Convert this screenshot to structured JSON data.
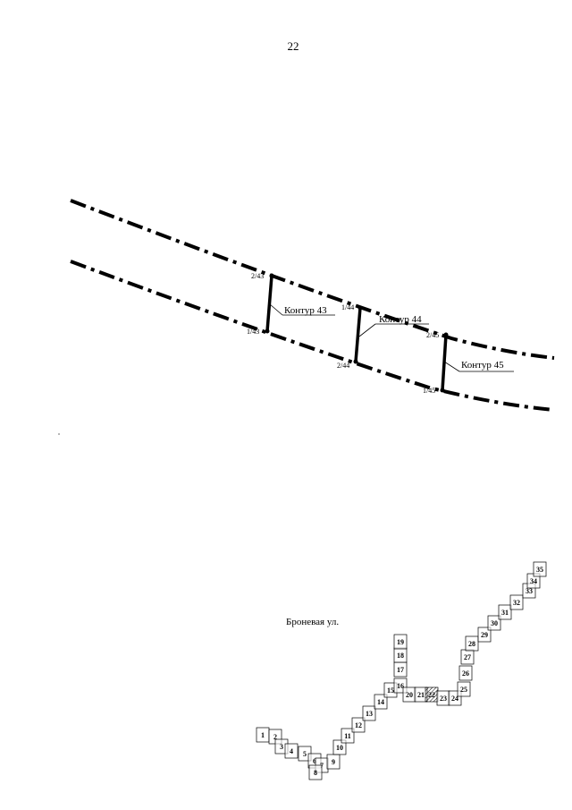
{
  "page": {
    "number": "22"
  },
  "main_map": {
    "contours": [
      {
        "label": "Контур 43",
        "upper_point": "2/43",
        "lower_point": "1/43"
      },
      {
        "label": "Контур 44",
        "upper_point": "1/44",
        "lower_point": "2/44"
      },
      {
        "label": "Контур 45",
        "upper_point": "2/45",
        "lower_point": "1/45"
      }
    ]
  },
  "index_map": {
    "street_label": "Броневая ул.",
    "sheets": [
      "1",
      "2",
      "3",
      "4",
      "5",
      "6",
      "7",
      "8",
      "9",
      "10",
      "11",
      "12",
      "13",
      "14",
      "15",
      "16",
      "17",
      "18",
      "19",
      "20",
      "21",
      "22",
      "23",
      "24",
      "25",
      "26",
      "27",
      "28",
      "29",
      "30",
      "31",
      "32",
      "33",
      "34",
      "35"
    ],
    "highlighted_sheet": "22"
  },
  "colors": {
    "line": "#000000",
    "background": "#ffffff"
  }
}
